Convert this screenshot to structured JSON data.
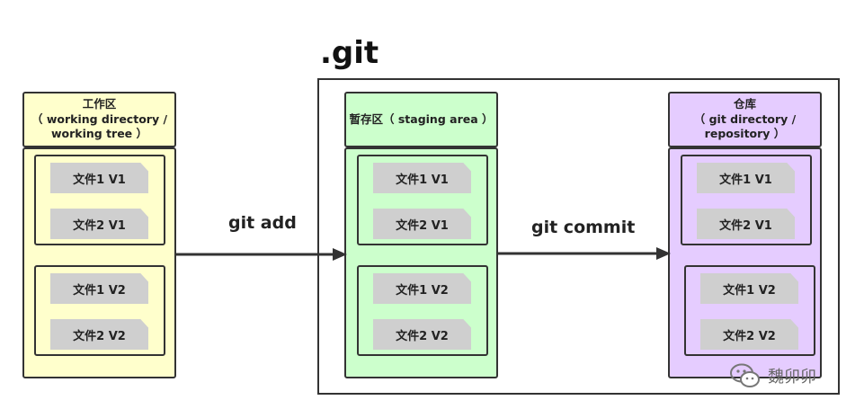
{
  "git_label": ".git",
  "areas": [
    {
      "header": [
        "工作区",
        "（ working directory /",
        "working tree ）"
      ],
      "bg": "#ffffcc",
      "groups": [
        [
          "文件1  V1",
          "文件2  V1"
        ],
        [
          "文件1  V2",
          "文件2  V2"
        ]
      ]
    },
    {
      "header": [
        "暂存区（ staging area ）"
      ],
      "bg": "#ccffcc",
      "groups": [
        [
          "文件1  V1",
          "文件2  V1"
        ],
        [
          "文件1  V2",
          "文件2  V2"
        ]
      ]
    },
    {
      "header": [
        "仓库",
        "（ git directory /",
        "repository ）"
      ],
      "bg": "#e5ccff",
      "groups": [
        [
          "文件1  V1",
          "文件2  V1"
        ],
        [
          "文件1  V2",
          "文件2  V2"
        ]
      ]
    }
  ],
  "commands": {
    "add": "git add",
    "commit": "git commit"
  },
  "watermark": "魏卯卯"
}
